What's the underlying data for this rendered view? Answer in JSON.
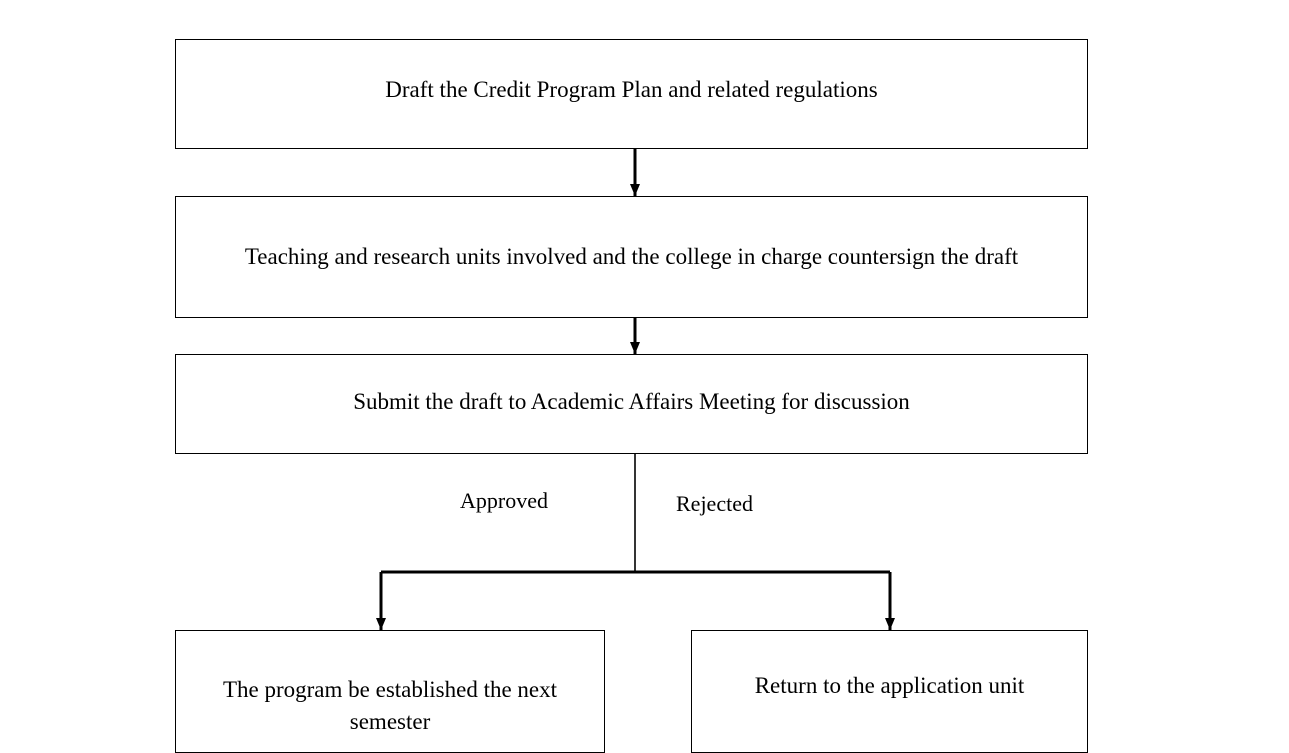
{
  "diagram": {
    "steps": [
      "Draft the Credit Program Plan and related regulations",
      "Teaching and research units involved and the college in charge countersign the draft",
      "Submit the draft to Academic Affairs Meeting for discussion",
      "The program be established the next semester",
      "Return to the application unit"
    ],
    "branch_labels": {
      "approved": "Approved",
      "rejected": "Rejected"
    },
    "colors": {
      "stroke": "#000000",
      "background": "#ffffff"
    }
  }
}
